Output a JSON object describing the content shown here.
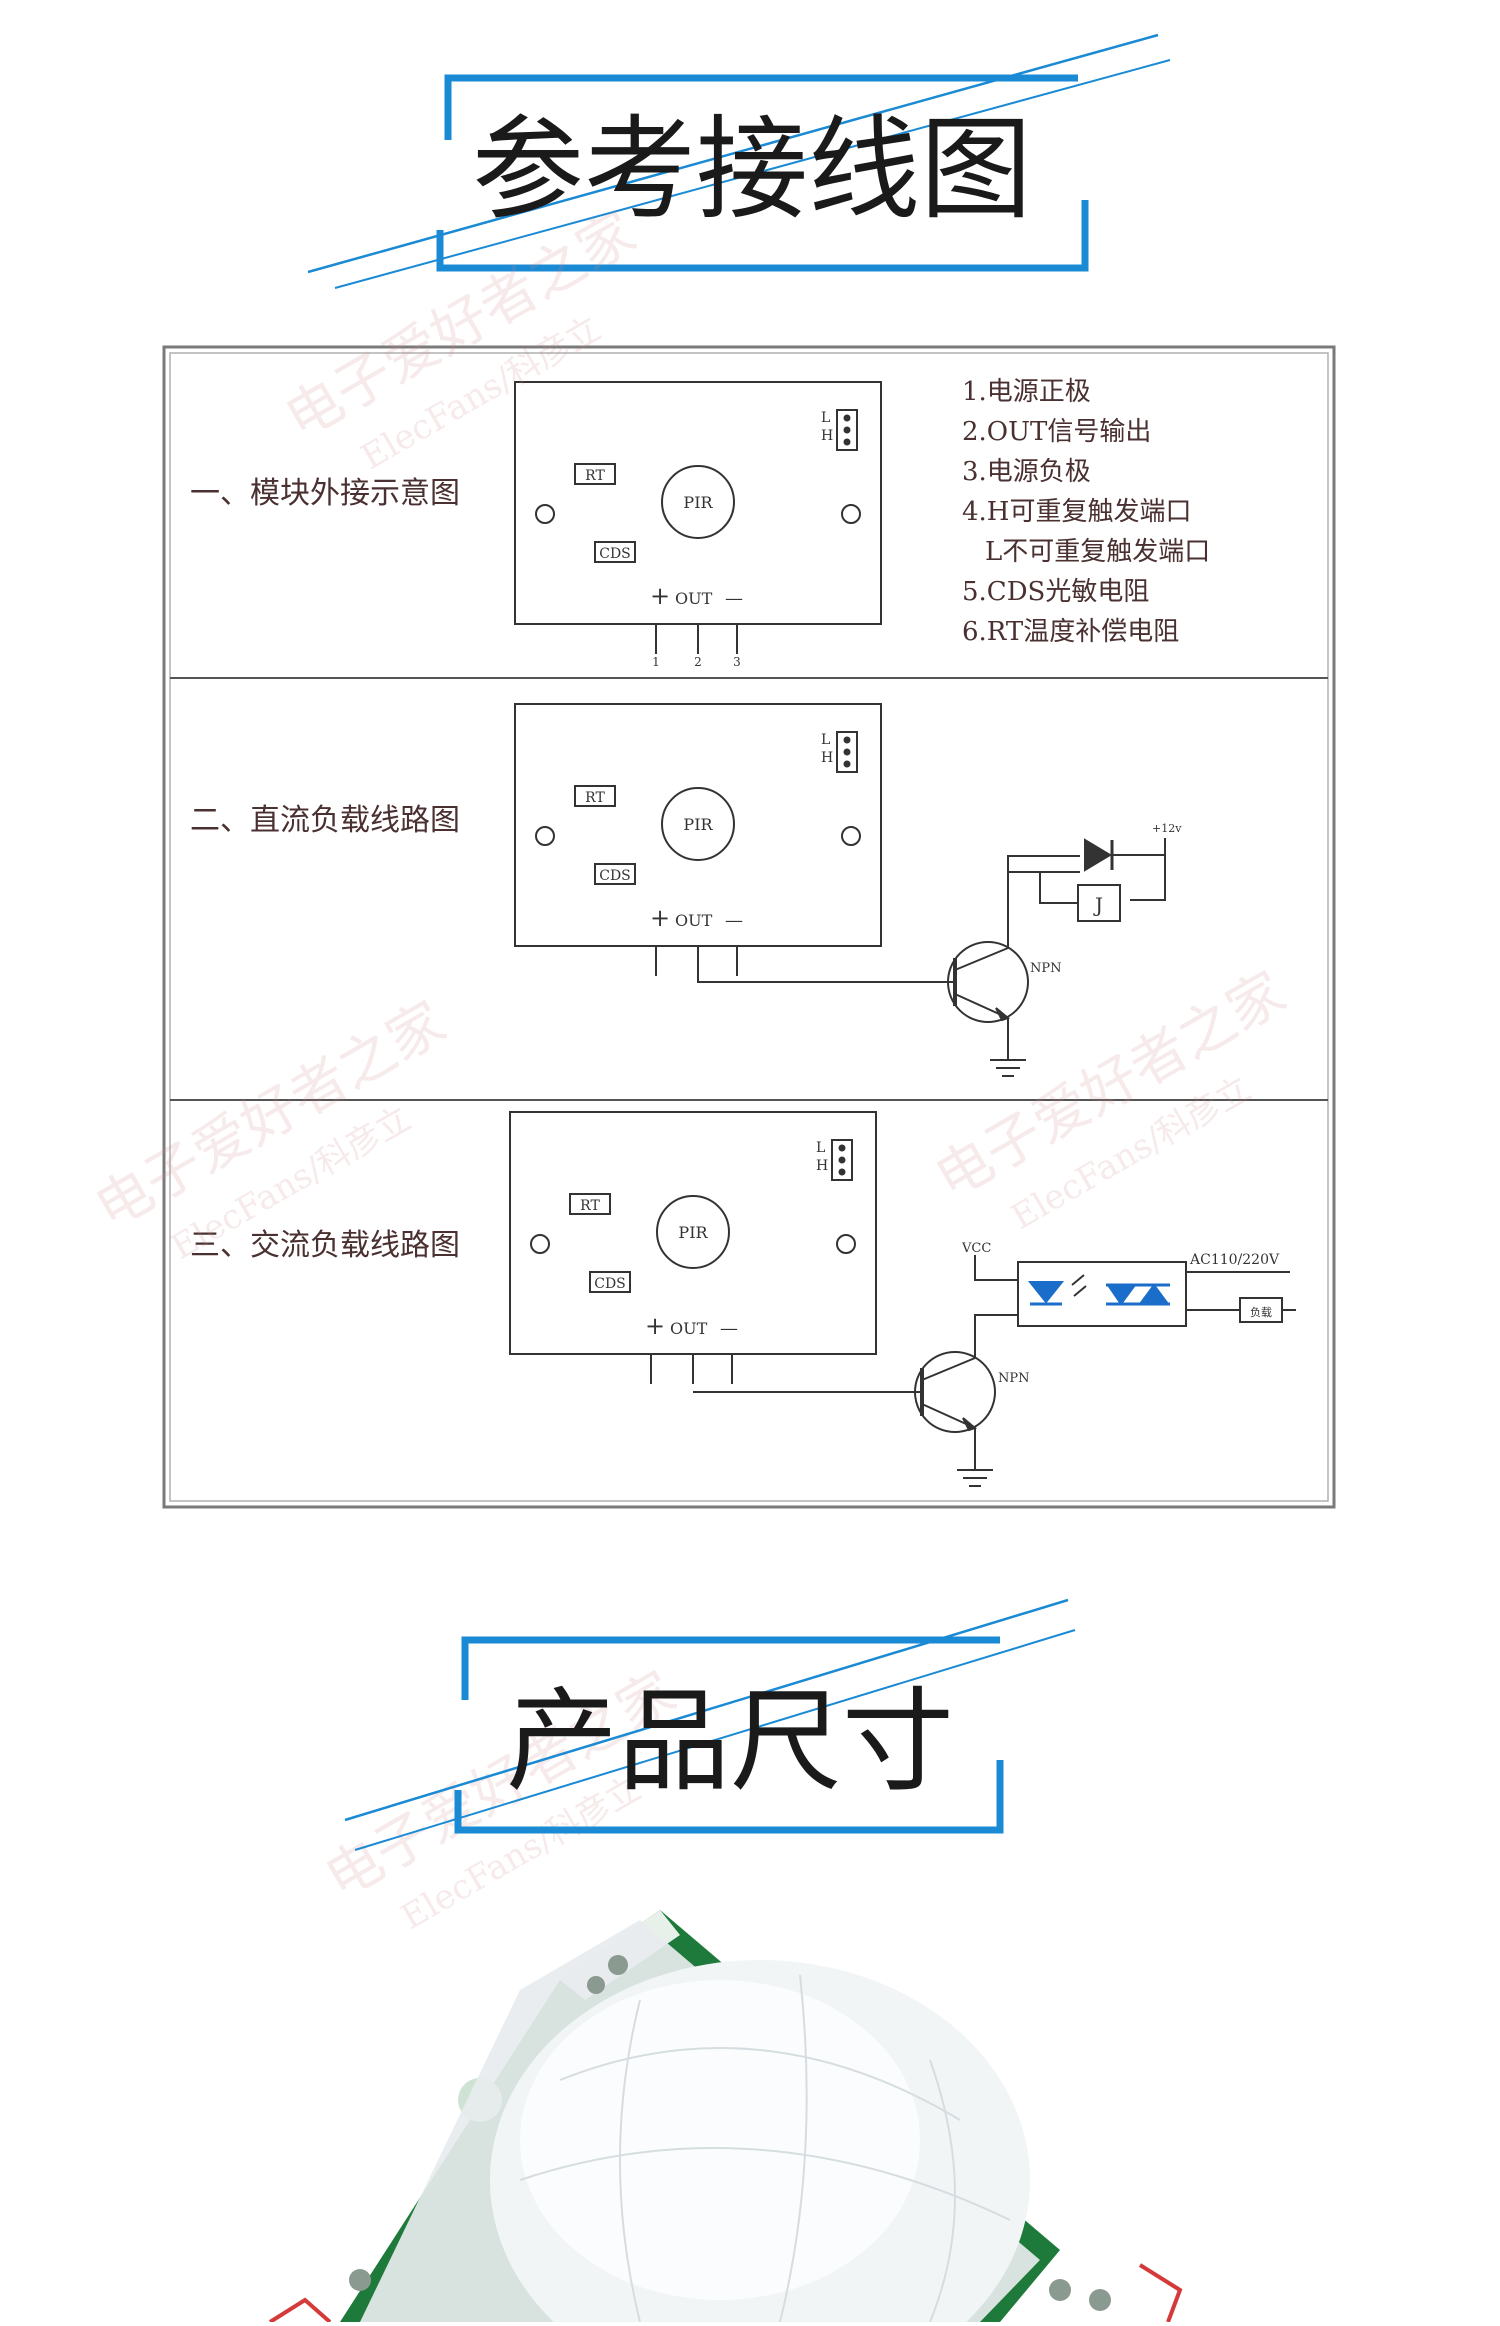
{
  "header1": {
    "title": "参考接线图"
  },
  "header2": {
    "title": "产品尺寸"
  },
  "sections": [
    {
      "label": "一、模块外接示意图"
    },
    {
      "label": "二、直流负载线路图"
    },
    {
      "label": "三、交流负载线路图"
    }
  ],
  "module": {
    "pir": "PIR",
    "rt": "RT",
    "cds": "CDS",
    "out": "OUT",
    "plus": "+",
    "minus": "—",
    "l": "L",
    "h": "H",
    "pins": [
      "1",
      "2",
      "3"
    ]
  },
  "legend": [
    "1.电源正极",
    "2.OUT信号输出",
    "3.电源负极",
    "4.H可重复触发端口",
    "L不可重复触发端口",
    "5.CDS光敏电阻",
    "6.RT温度补偿电阻"
  ],
  "dc_circuit": {
    "relay": "J",
    "transistor": "NPN",
    "supply": "+12v"
  },
  "ac_circuit": {
    "vcc": "VCC",
    "ac": "AC110/220V",
    "load": "负载",
    "transistor": "NPN"
  },
  "watermark": {
    "cn": "电子爱好者之家",
    "en": "ElecFans/科彦立"
  },
  "colors": {
    "accent_blue": "#1a8ad4",
    "frame_red": "#d43a3a",
    "board_green": "#1e7a3a"
  }
}
